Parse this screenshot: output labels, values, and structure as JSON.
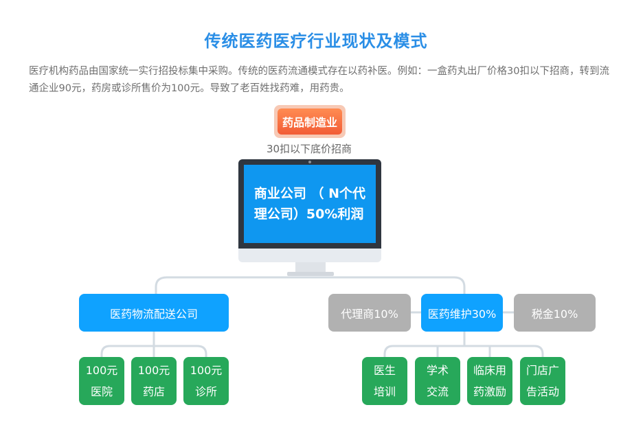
{
  "title": "传统医药医疗行业现状及模式",
  "intro": "医疗机构药品由国家统一实行招投标集中采购。传统的医药流通模式存在以药补医。例如：一盒药丸出厂价格30扣以下招商，转到流通企业90元，药房或诊所售价为100元。导致了老百姓找药难，用药贵。",
  "manufacturer": {
    "label": "药品制造业",
    "caption": "30扣以下底价招商"
  },
  "monitor": {
    "line1": "商业公司 （ N个代",
    "line2": "理公司）50%利润",
    "logo": ""
  },
  "left_branch": {
    "label": "医药物流配送公司",
    "children": [
      {
        "line1": "100元",
        "line2": "医院"
      },
      {
        "line1": "100元",
        "line2": "药店"
      },
      {
        "line1": "100元",
        "line2": "诊所"
      }
    ]
  },
  "right_branch": {
    "agent": "代理商10%",
    "maintenance": "医药维护30%",
    "tax": "税金10%",
    "children": [
      {
        "line1": "医生",
        "line2": "培训"
      },
      {
        "line1": "学术",
        "line2": "交流"
      },
      {
        "line1": "临床用",
        "line2": "药激励"
      },
      {
        "line1": "门店广",
        "line2": "告活动"
      }
    ]
  },
  "colors": {
    "title": "#2a8ee6",
    "blue": "#0fa2ff",
    "green": "#27a85a",
    "gray": "#b1b1b1",
    "orange": "#f26a3d",
    "line": "#d3dbe2"
  }
}
